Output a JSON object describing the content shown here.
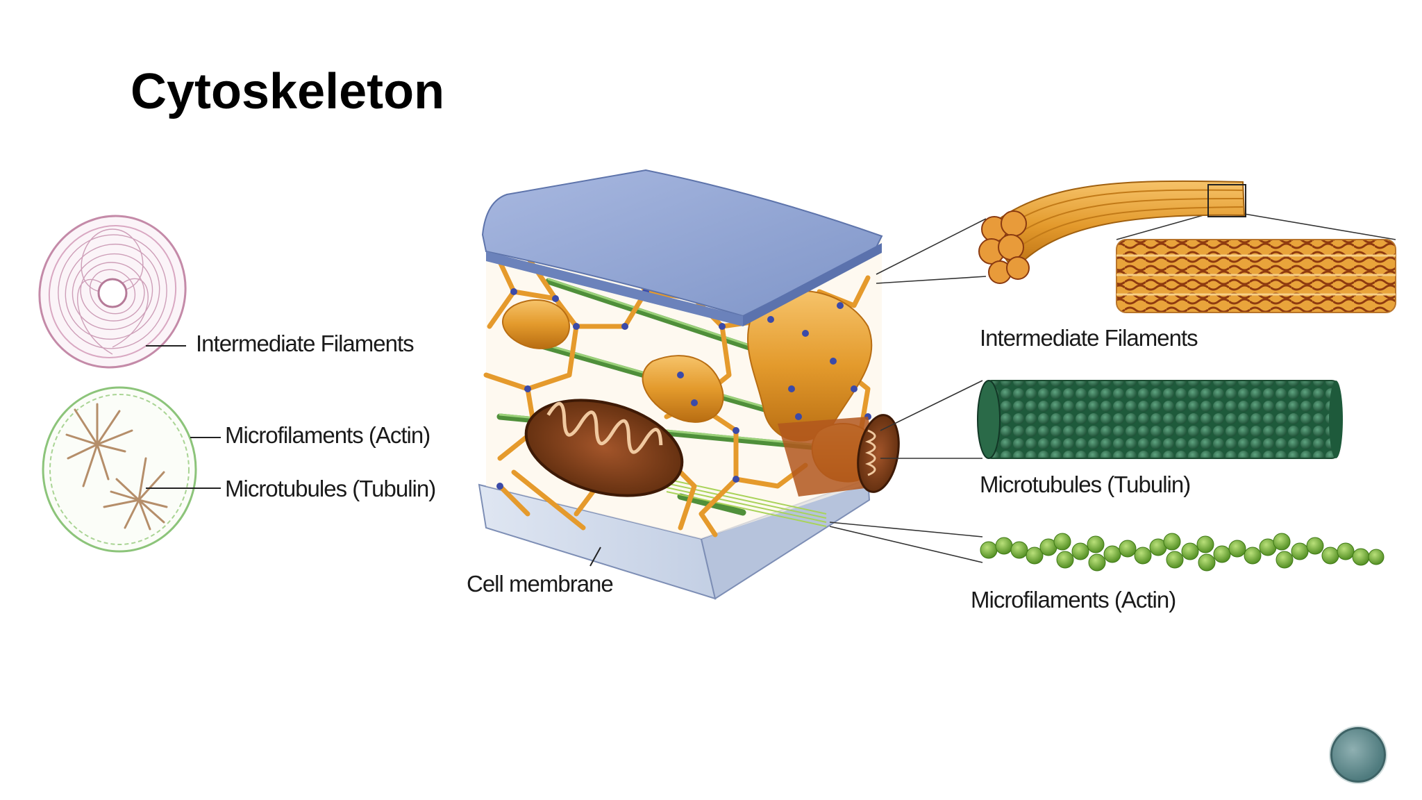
{
  "slide": {
    "title": "Cytoskeleton"
  },
  "left_panel": {
    "labels": [
      "Intermediate Filaments",
      "Microfilaments (Actin)",
      "Microtubules (Tubulin)"
    ]
  },
  "center_panel": {
    "membrane_label": "Cell membrane"
  },
  "right_panel": {
    "labels": [
      "Intermediate Filaments",
      "Microtubules (Tubulin)",
      "Microfilaments (Actin)"
    ]
  },
  "colors": {
    "intermediate_filaments": "#e8a23a",
    "microtubules": "#2f6e4c",
    "microfilaments": "#6aa52e",
    "mitochondrion": "#7a3b16",
    "membrane": "#8fa3cf",
    "nav_button": "#5e8a8d"
  },
  "icons": [
    "next-slide-icon"
  ]
}
